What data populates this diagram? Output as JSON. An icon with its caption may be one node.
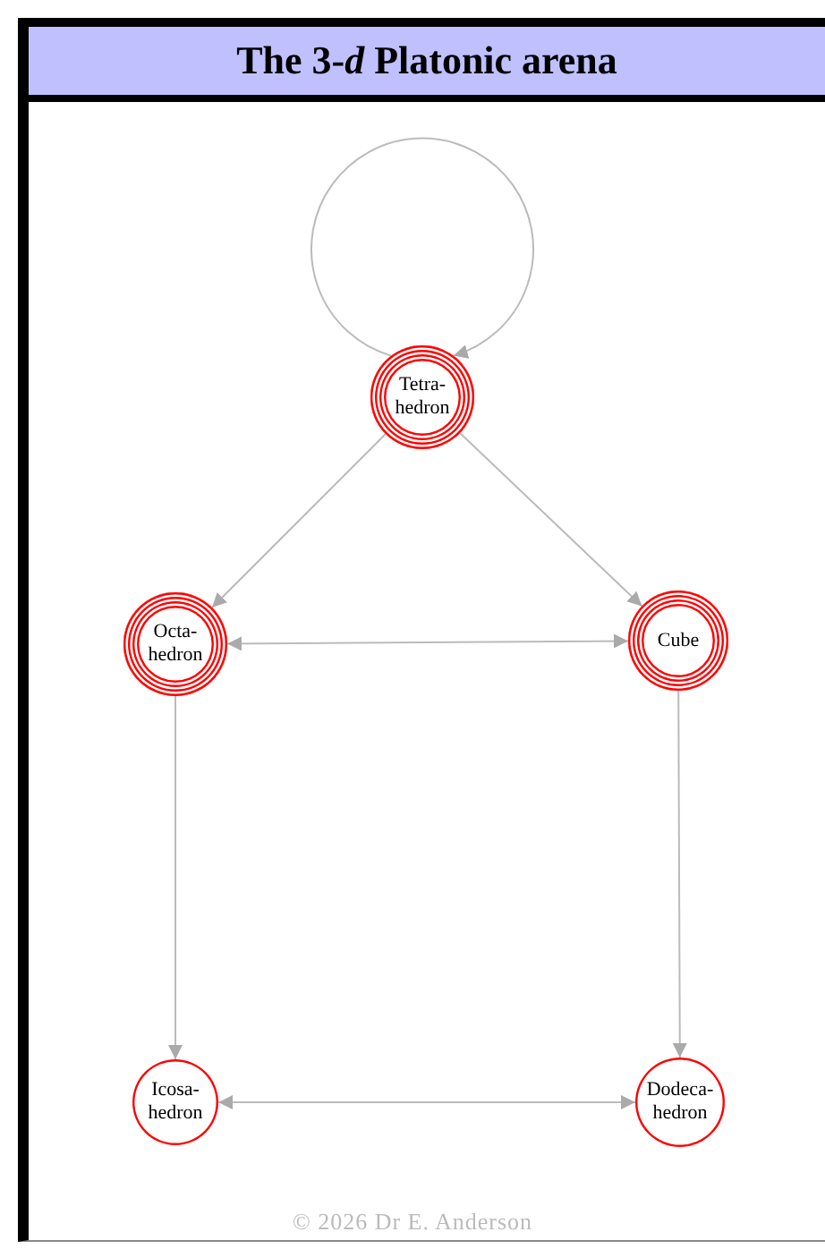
{
  "diagram": {
    "title": "The 3-*d* Platonic arena",
    "nodes": [
      {
        "text": [
          "Tetra- hedron"
        ]
      },
      {
        "text": [
          "Octa- hedron"
        ]
      },
      {
        "text": [
          "Cube"
        ]
      },
      {
        "text": [
          "Icosa- hedron"
        ]
      },
      {
        "text": [
          "Dodeca- hedron"
        ]
      }
    ],
    "edges": [
      {
        "from": 0,
        "to": 0,
        "arrow": "to"
      },
      {
        "from": 0,
        "to": 1,
        "arrow": "to"
      },
      {
        "from": 0,
        "to": 2,
        "arrow": "to"
      },
      {
        "from": 1,
        "to": 2,
        "arrow": "both"
      },
      {
        "from": 1,
        "to": 3,
        "arrow": "to"
      },
      {
        "from": 2,
        "to": 4,
        "arrow": "to"
      },
      {
        "from": 3,
        "to": 4,
        "arrow": "both"
      }
    ],
    "labels": [
      "© 2026 Dr E. Anderson"
    ]
  }
}
